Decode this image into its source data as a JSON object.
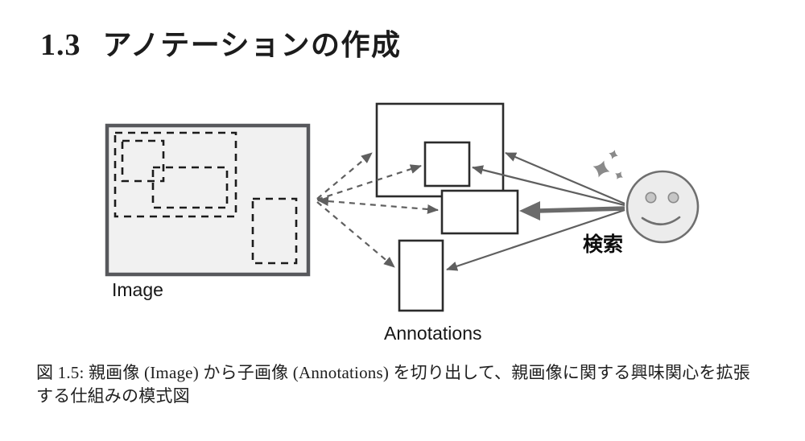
{
  "heading": {
    "number": "1.3",
    "title": "アノテーションの作成"
  },
  "figure": {
    "image_label": "Image",
    "annotations_label": "Annotations",
    "search_label": "検索",
    "description": "parent image with four dashed crop regions linked by dashed arrows to four annotation boxes; user face sends solid search arrows back to annotations",
    "colors": {
      "image_fill": "#f1f1f1",
      "image_border": "#57585c",
      "crop_dash_stroke": "#1b1b1b",
      "annotation_box_stroke": "#2b2b2b",
      "arrow_gray": "#5f5f5f",
      "face_fill": "#ececec",
      "face_stroke": "#6f6f6f",
      "eye_fill": "#c6c6c6",
      "sparkle": "#8a8a8a"
    }
  },
  "caption": {
    "line1": "図 1.5: 親画像 (Image) から子画像 (Annotations) を切り出して、親画像に関する興味関心を拡張",
    "line2": "する仕組みの模式図"
  }
}
